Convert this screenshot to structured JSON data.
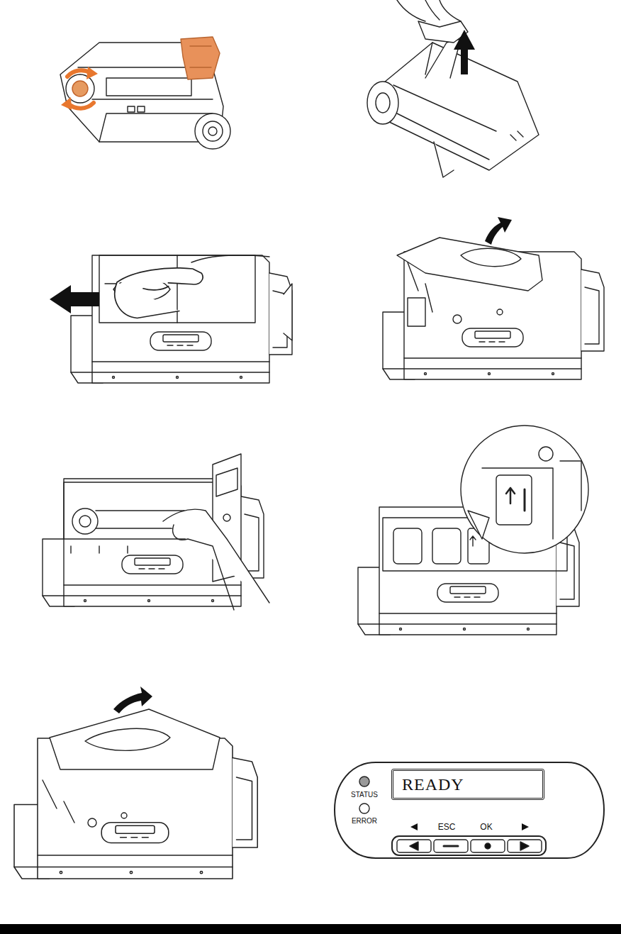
{
  "diagram": {
    "nodes": [
      {
        "text": [
          "READY"
        ]
      }
    ],
    "labels": [
      "STATUS",
      "ERROR",
      "ESC",
      "OK"
    ]
  }
}
